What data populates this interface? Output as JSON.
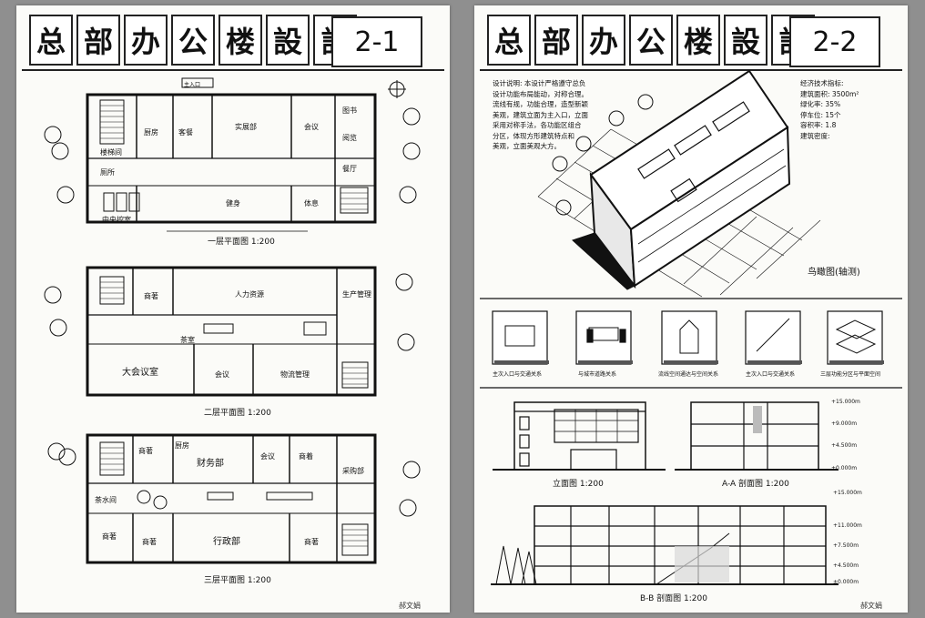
{
  "left_sheet": {
    "title_chars": [
      "总",
      "部",
      "办",
      "公",
      "楼",
      "設",
      "計"
    ],
    "sheet_number": "2-1",
    "floor1": {
      "rooms": [
        "楼梯间",
        "实展部",
        "会议",
        "图书",
        "阅览",
        "厕所",
        "餐厅",
        "厨房",
        "客餐",
        "健身",
        "体息",
        "中央控室"
      ],
      "caption": "一层平面图 1:200",
      "entrance": "主入口"
    },
    "floor2": {
      "rooms": [
        "商著",
        "人力资源",
        "生产管理",
        "茶室",
        "大会议室",
        "会议",
        "物流管理"
      ],
      "caption": "二层平面图 1:200"
    },
    "floor3": {
      "rooms": [
        "商著",
        "厨房",
        "财务部",
        "会议",
        "商着",
        "采购部",
        "茶水间",
        "商著",
        "商著",
        "行政部",
        "商著"
      ],
      "caption": "三层平面图 1:200"
    },
    "signature": "郝文娟"
  },
  "right_sheet": {
    "title_chars": [
      "总",
      "部",
      "办",
      "公",
      "楼",
      "設",
      "計"
    ],
    "sheet_number": "2-2",
    "design_note": [
      "设计说明: 本设计严格遵守总负",
      "设计功能布局能动，对称合理。",
      "流线有规，功能合理，造型新颖",
      "美观，建筑立面为主入口，立面",
      "采用对称手法，各功能区组合",
      "分区，体现方形建筑特点和",
      "美观，立面美观大方。"
    ],
    "tech_indicators": {
      "title": "经济技术指标:",
      "rows": [
        {
          "label": "建筑面积:",
          "value": "3500m²"
        },
        {
          "label": "绿化率:",
          "value": "35%"
        },
        {
          "label": "停车位:",
          "value": "15个"
        },
        {
          "label": "容积率:",
          "value": "1.8"
        },
        {
          "label": "建筑密度:",
          "value": ""
        }
      ]
    },
    "axon_caption": "鸟瞰图(轴测)",
    "analysis_captions": [
      "主次入口与交通关系",
      "与城市道路关系",
      "流线空间通达与空间关系",
      "主次入口与交通关系",
      "三层功能分区与平面空间"
    ],
    "elev_caption": "立面图 1:200",
    "section_aa_caption": "A-A 剖面图 1:200",
    "section_bb_caption": "B-B 剖面图 1:200",
    "aa_levels": [
      "+15.000m",
      "+9.000m",
      "+4.500m",
      "±0.000m"
    ],
    "bb_levels": [
      "+15.000m",
      "+11.000m",
      "+7.500m",
      "+4.500m",
      "±0.000m"
    ],
    "signature": "郝文娟"
  }
}
